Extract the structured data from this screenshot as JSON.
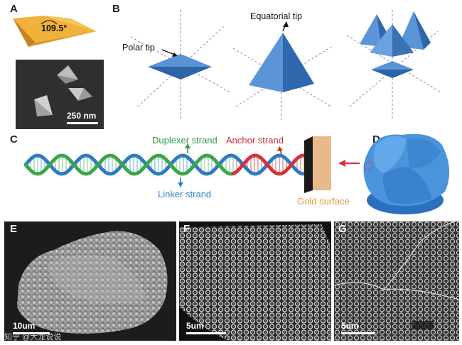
{
  "panels": {
    "A": {
      "label": "A",
      "angle": "109.5°",
      "scalebar": "250 nm"
    },
    "B": {
      "label": "B",
      "polar_tip": "Polar tip",
      "equatorial_tip": "Equatorial tip"
    },
    "C": {
      "label": "C",
      "duplexer": "Duplexer strand",
      "anchor": "Anchor strand",
      "linker": "Linker strand",
      "gold": "Gold surface"
    },
    "D": {
      "label": "D"
    },
    "E": {
      "label": "E",
      "scalebar": "10um"
    },
    "F": {
      "label": "F",
      "scalebar": "5um"
    },
    "G": {
      "label": "G",
      "scalebar": "5um"
    }
  },
  "colors": {
    "gold_octahedron": "#e8a228",
    "blue_shape": "#3b78c4",
    "dna_green": "#39a64a",
    "dna_blue": "#3c8fd0",
    "dna_red": "#d2343a",
    "gold_surface": "#e8b98a",
    "linker_text": "#2b7fc4",
    "duplexer_text": "#2f9c45",
    "anchor_text": "#c82d33",
    "gold_text": "#e19a3a"
  },
  "watermark": "知乎 @大龙说说"
}
